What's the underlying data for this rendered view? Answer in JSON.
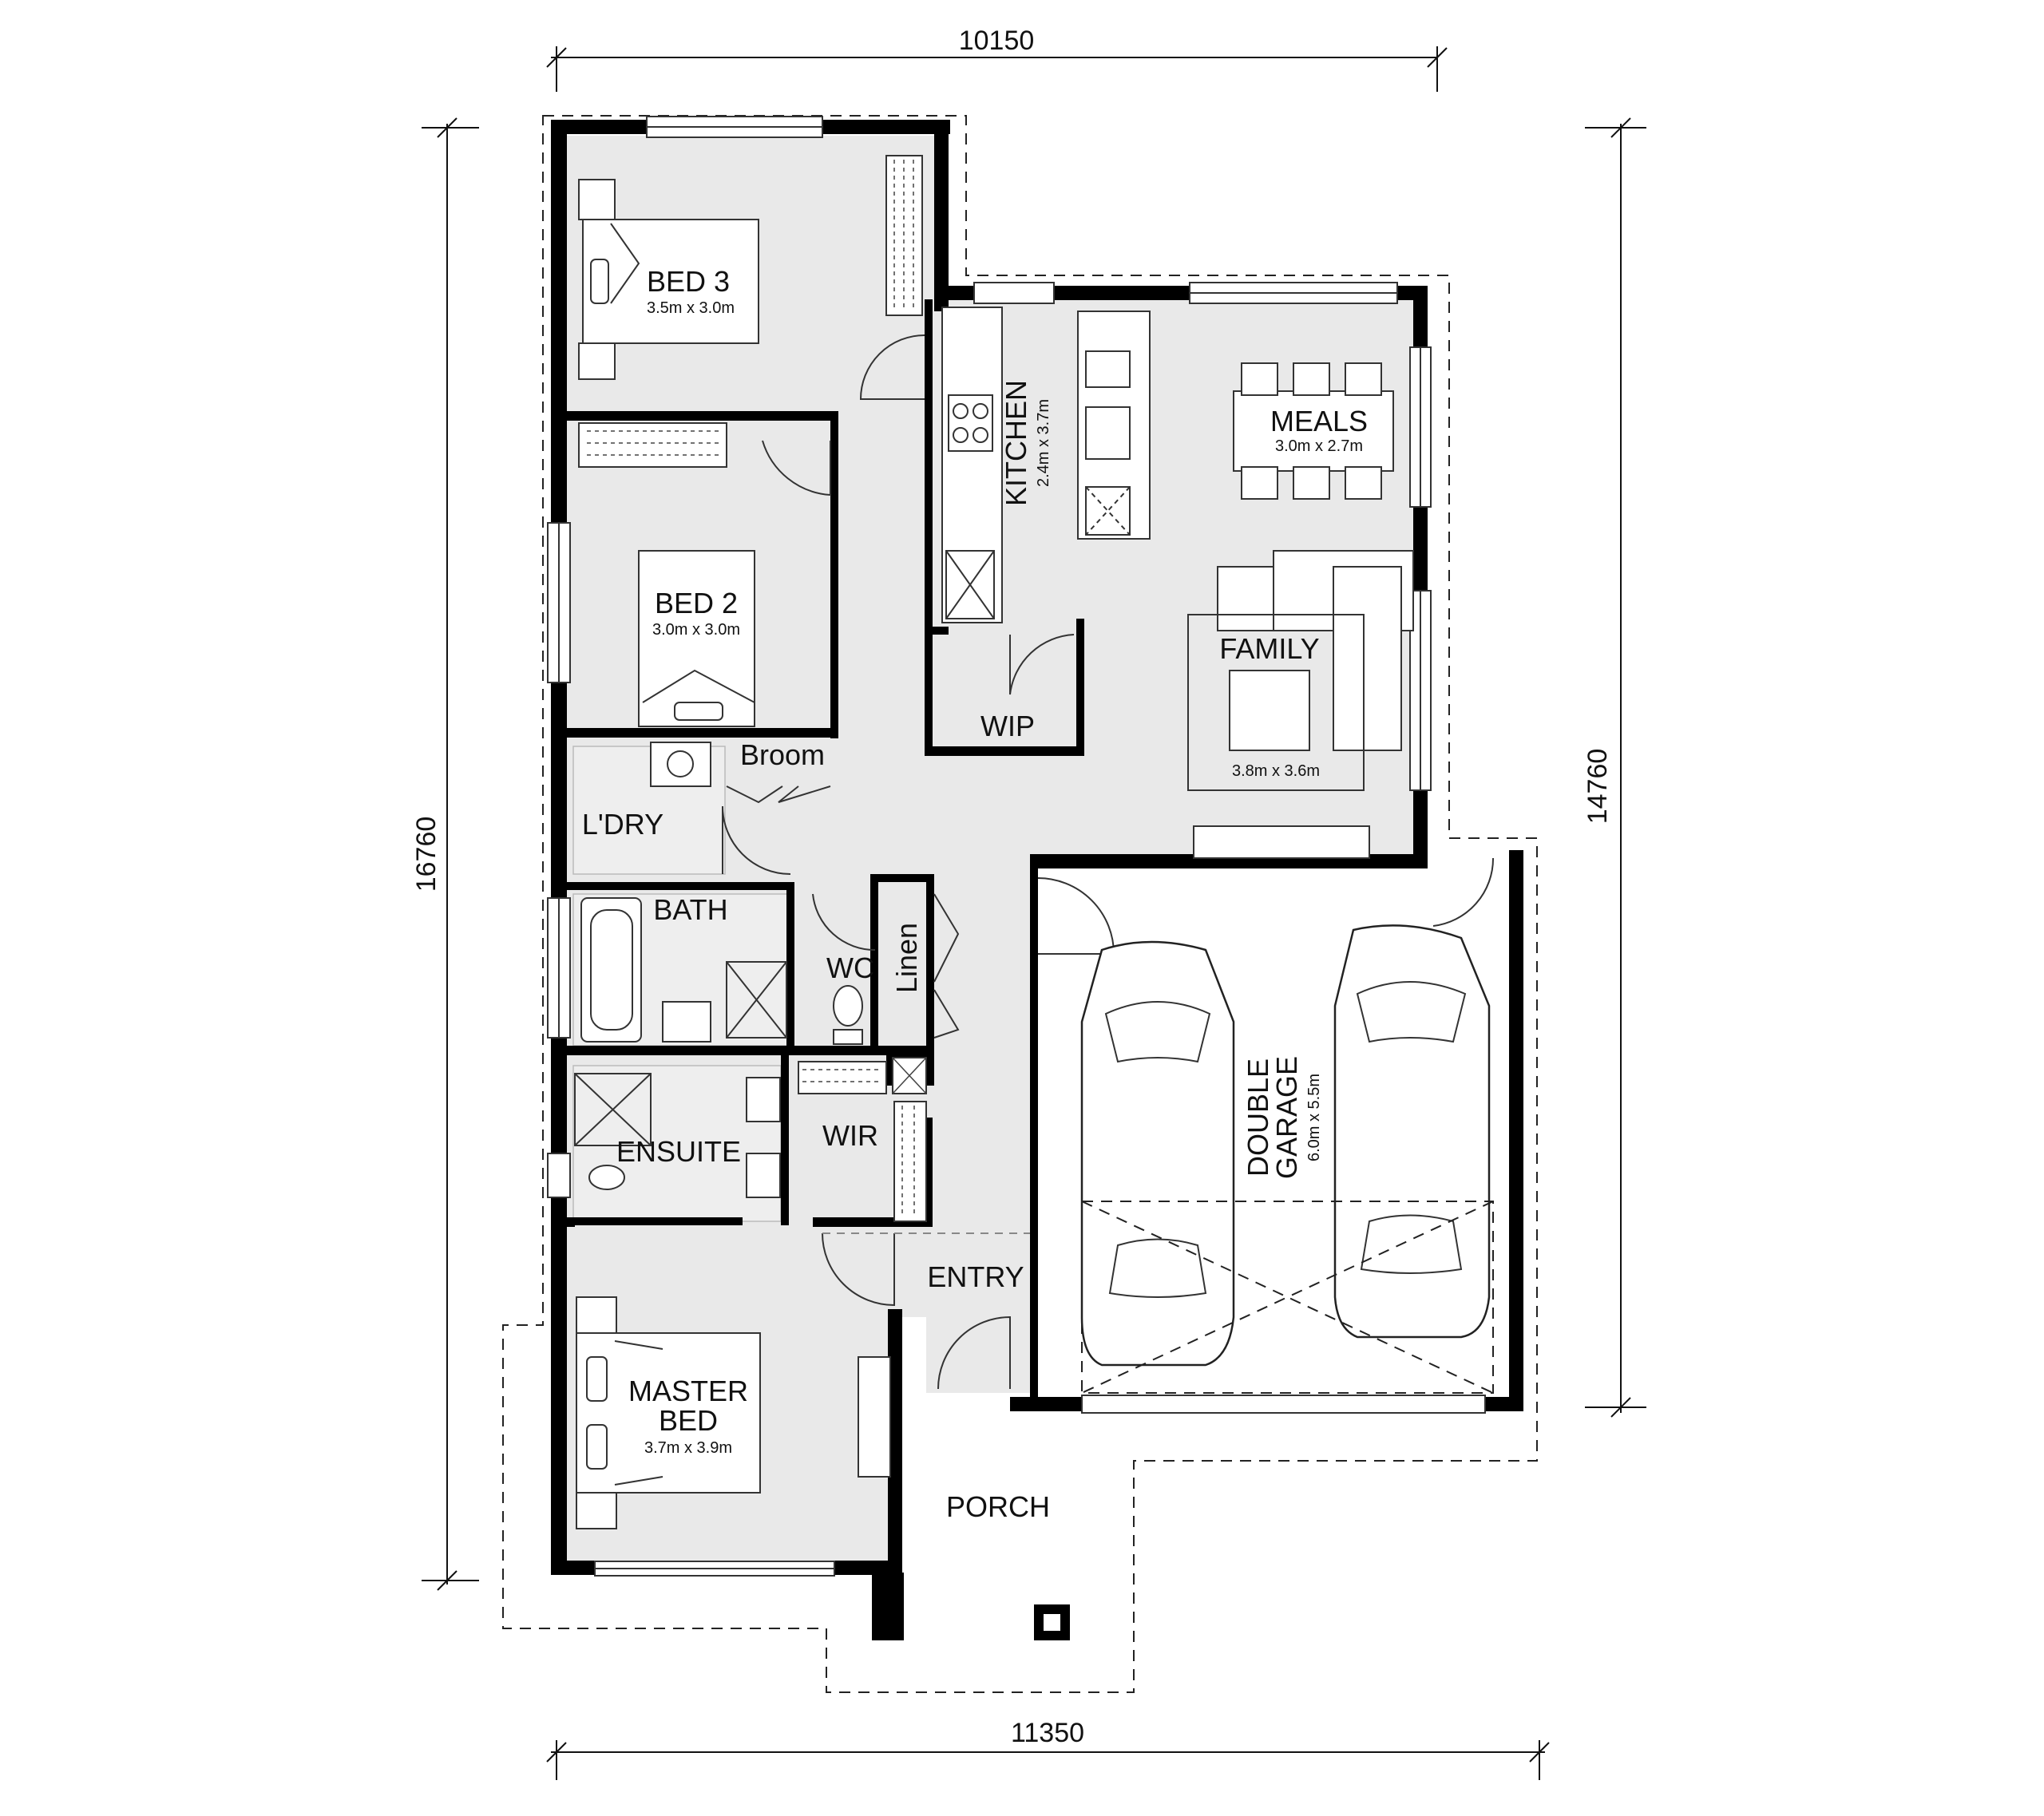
{
  "dimensions": {
    "top_width": "10150",
    "bottom_width": "11350",
    "left_depth": "16760",
    "right_depth": "14760"
  },
  "rooms": {
    "bed3": {
      "name": "BED 3",
      "size": "3.5m x 3.0m"
    },
    "bed2": {
      "name": "BED 2",
      "size": "3.0m x 3.0m"
    },
    "master": {
      "name_line1": "MASTER",
      "name_line2": "BED",
      "size": "3.7m x 3.9m"
    },
    "kitchen": {
      "name": "KITCHEN",
      "size": "2.4m x 3.7m"
    },
    "meals": {
      "name": "MEALS",
      "size": "3.0m x 2.7m"
    },
    "family": {
      "name": "FAMILY",
      "size": "3.8m x 3.6m"
    },
    "garage": {
      "name_line1": "DOUBLE",
      "name_line2": "GARAGE",
      "size": "6.0m x 5.5m"
    },
    "wip": {
      "name": "WIP"
    },
    "broom": {
      "name": "Broom"
    },
    "laundry": {
      "name": "L'DRY"
    },
    "bath": {
      "name": "BATH"
    },
    "wc": {
      "name": "WC"
    },
    "linen": {
      "name": "Linen"
    },
    "ensuite": {
      "name": "ENSUITE"
    },
    "wir": {
      "name": "WIR"
    },
    "entry": {
      "name": "ENTRY"
    },
    "porch": {
      "name": "PORCH"
    }
  }
}
